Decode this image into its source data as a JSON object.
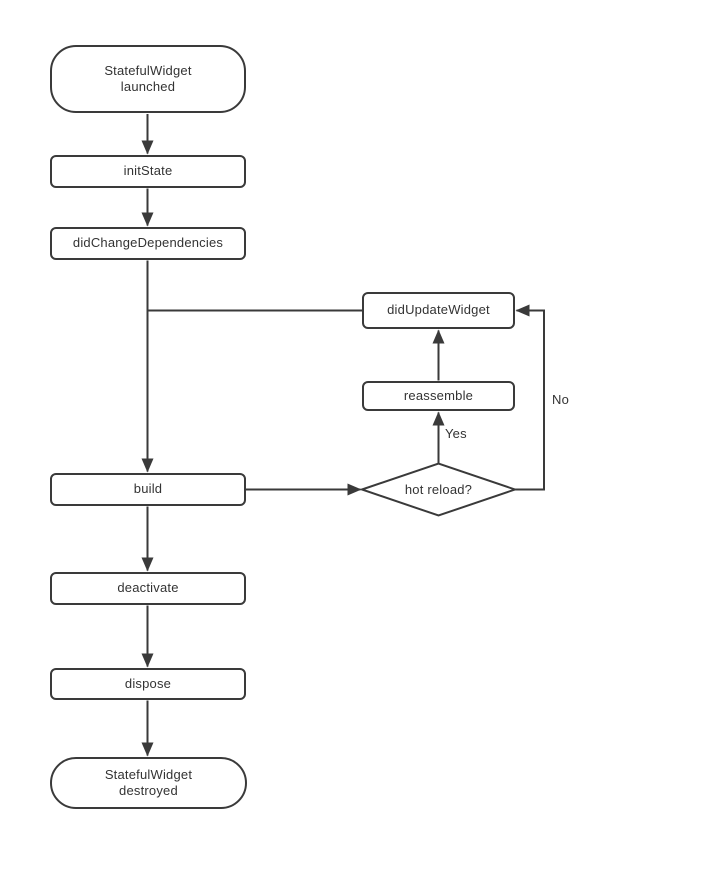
{
  "colors": {
    "background": "#ffffff",
    "line": "#3a3a3a",
    "text": "#333333",
    "node_fill": "#ffffff"
  },
  "nodes": {
    "start": {
      "label": "StatefulWidget\nlaunched"
    },
    "init_state": {
      "label": "initState"
    },
    "did_change_dependencies": {
      "label": "didChangeDependencies"
    },
    "did_update_widget": {
      "label": "didUpdateWidget"
    },
    "reassemble": {
      "label": "reassemble"
    },
    "build": {
      "label": "build"
    },
    "hot_reload": {
      "label": "hot reload?"
    },
    "deactivate": {
      "label": "deactivate"
    },
    "dispose": {
      "label": "dispose"
    },
    "end": {
      "label": "StatefulWidget\ndestroyed"
    }
  },
  "edge_labels": {
    "yes": "Yes",
    "no": "No"
  }
}
